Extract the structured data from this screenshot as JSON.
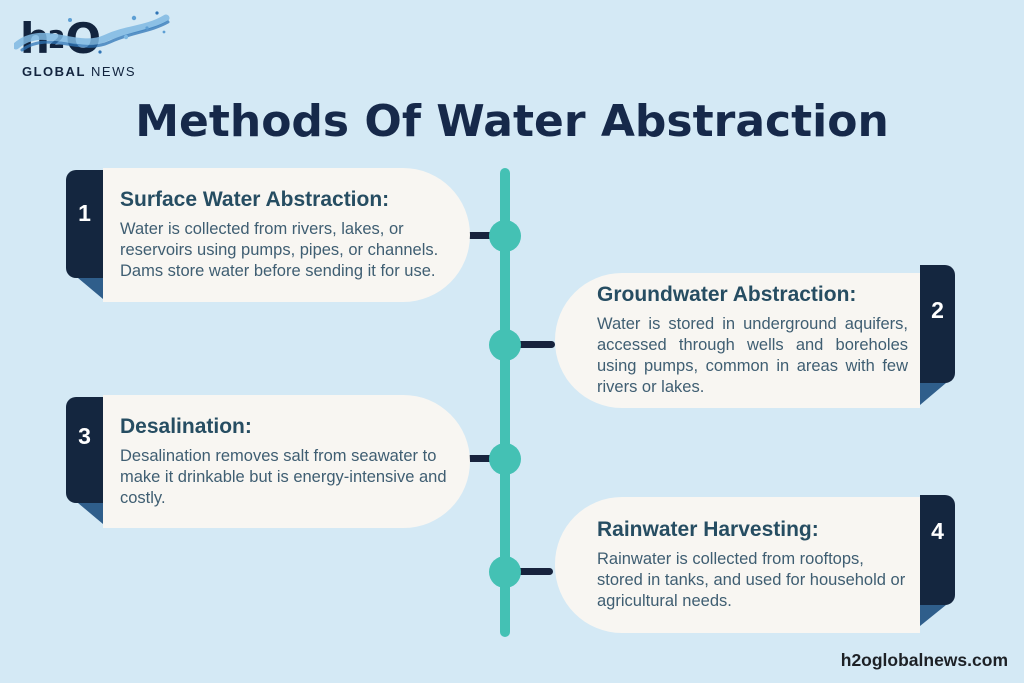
{
  "logo": {
    "h": "h",
    "two": "2",
    "o": "O",
    "global": "GLOBAL",
    "news": "NEWS"
  },
  "title": "Methods Of Water Abstraction",
  "timeline": {
    "items": [
      {
        "number": "1",
        "side": "left",
        "heading": "Surface Water Abstraction:",
        "body": "Water is collected from rivers, lakes, or reservoirs using pumps, pipes, or channels. Dams store water before sending it for use."
      },
      {
        "number": "2",
        "side": "right",
        "heading": "Groundwater Abstraction:",
        "body": "Water is stored in underground aquifers, accessed through wells and boreholes using pumps, common in areas with few rivers or lakes."
      },
      {
        "number": "3",
        "side": "left",
        "heading": "Desalination:",
        "body": "Desalination removes salt from seawater to make it drinkable but is energy-intensive and costly."
      },
      {
        "number": "4",
        "side": "right",
        "heading": "Rainwater Harvesting:",
        "body": "Rainwater is collected from rooftops, stored in tanks, and used for household or agricultural needs."
      }
    ]
  },
  "footer": {
    "website": "h2oglobalnews.com"
  },
  "colors": {
    "background": "#d4e9f5",
    "card_bg": "#f8f6f2",
    "navy": "#14263f",
    "steel_blue": "#2f5e8b",
    "teal": "#44c1b4",
    "title_text": "#16294a",
    "heading_text": "#264d62",
    "body_text": "#3f5e72",
    "footer_text": "#1d2126",
    "number_text": "#ffffff",
    "splash_light_blue": "#7fb9e2",
    "splash_dark_blue": "#2f74b5"
  }
}
